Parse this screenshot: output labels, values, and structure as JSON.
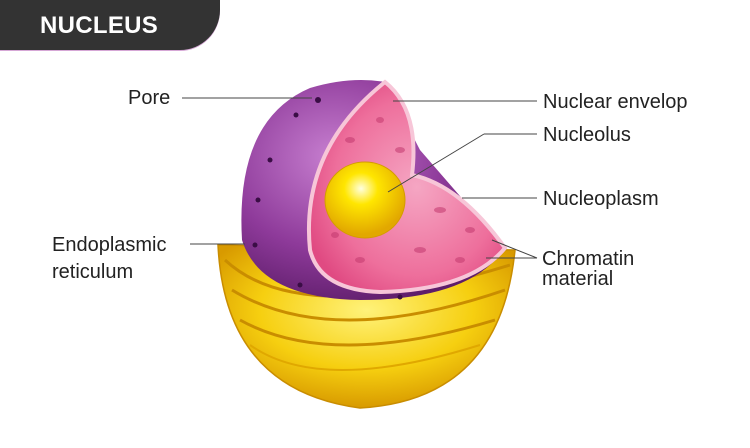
{
  "title": "NUCLEUS",
  "labels": {
    "pore": "Pore",
    "nuclear_envelope": "Nuclear envelop",
    "nucleolus": "Nucleolus",
    "nucleoplasm": "Nucleoplasm",
    "er_line1": "Endoplasmic",
    "er_line2": "reticulum",
    "chromatin_line1": "Chromatin",
    "chromatin_line2": "material"
  },
  "colors": {
    "title_bg": "#333333",
    "envelope": "#8e3a9a",
    "nucleoplasm": "#f27aa6",
    "nucleolus": "#f5d20a",
    "er": "#f2c200"
  }
}
